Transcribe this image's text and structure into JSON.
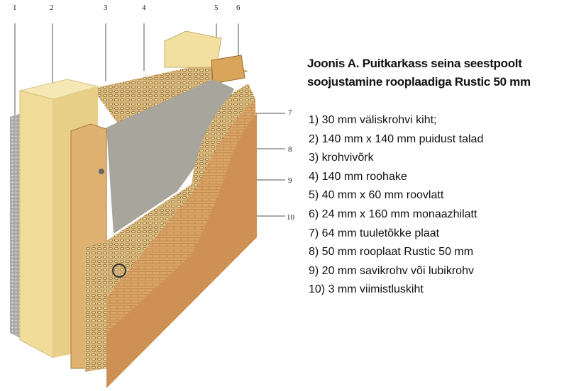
{
  "title_line1": "Joonis A. Puitkarkass seina seestpoolt",
  "title_line2": "soojustamine rooplaadiga Rustic 50 mm",
  "callouts": [
    "1",
    "2",
    "3",
    "4",
    "5",
    "6",
    "7",
    "8",
    "9",
    "10"
  ],
  "legend": [
    "1)  30 mm väliskrohvi kiht;",
    "2) 140 mm x 140 mm puidust talad",
    "3)  krohvivõrk",
    "4) 140 mm roohake",
    "5)   40 mm x 60 mm roovlatt",
    "6)   24 mm x 160 mm monaazhilatt",
    "7)   64 mm tuuletõkke plaat",
    "8)   50 mm rooplaat Rustic 50 mm",
    "9)   20 mm savikrohv või lubikrohv",
    "10)   3 mm viimistluskiht"
  ],
  "colors": {
    "wood": "#f3e3a6",
    "straw": "#c9a56a",
    "board": "#a9a59a",
    "plaster": "#d39a5e",
    "lath": "#e2b77a"
  }
}
